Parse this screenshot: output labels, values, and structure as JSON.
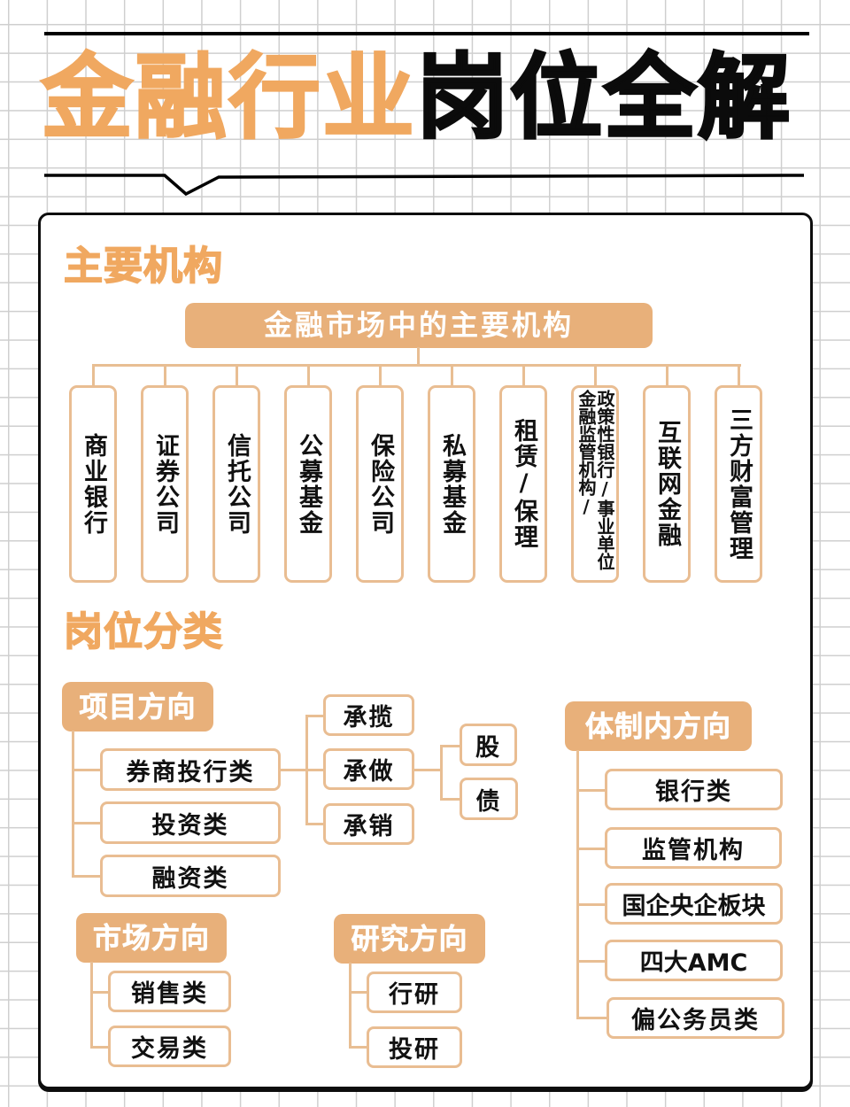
{
  "header": {
    "title_orange": "金融行业",
    "title_black": "岗位全解"
  },
  "section1": {
    "title": "主要机构",
    "root_label": "金融市场中的主要机构",
    "institutions": [
      {
        "label": "商业银行"
      },
      {
        "label": "证券公司"
      },
      {
        "label": "信托公司"
      },
      {
        "label": "公募基金"
      },
      {
        "label": "保险公司"
      },
      {
        "label": "私募基金"
      },
      {
        "label": "租赁/保理"
      },
      {
        "label": "政策性银行/事业单位金融监管机构/"
      },
      {
        "label": "互联网金融"
      },
      {
        "label": "三方财富管理"
      }
    ],
    "institution_8_col1": "政策性银行/事业单位",
    "institution_8_col2": "金融监管机构/"
  },
  "section2": {
    "title": "岗位分类",
    "project": {
      "label": "项目方向",
      "items": [
        "券商投行类",
        "投资类",
        "融资类"
      ],
      "ib_sub": [
        "承揽",
        "承做",
        "承销"
      ],
      "underwrite_sub": [
        "股",
        "债"
      ]
    },
    "market": {
      "label": "市场方向",
      "items": [
        "销售类",
        "交易类"
      ]
    },
    "research": {
      "label": "研究方向",
      "items": [
        "行研",
        "投研"
      ]
    },
    "system": {
      "label": "体制内方向",
      "items": [
        "银行类",
        "监管机构",
        "国企央企板块",
        "四大AMC",
        "偏公务员类"
      ]
    }
  },
  "colors": {
    "accent_orange": "#F0A860",
    "box_fill": "#E8B07A",
    "box_border": "#E9BD92",
    "grid_line": "#cfcfcf",
    "text_dark": "#111111"
  }
}
